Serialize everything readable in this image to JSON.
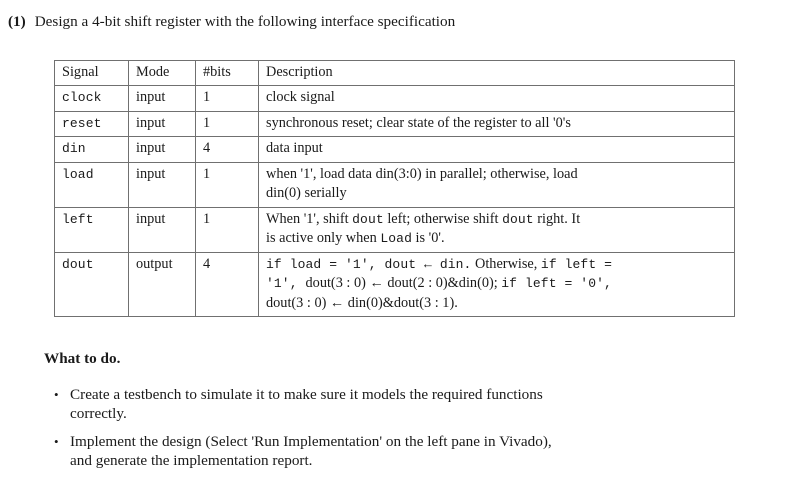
{
  "problem": {
    "number": "(1)",
    "statement": "Design a 4-bit shift register with the following interface specification"
  },
  "table": {
    "headers": {
      "signal": "Signal",
      "mode": "Mode",
      "bits": "#bits",
      "description": "Description"
    },
    "rows": [
      {
        "signal": "clock",
        "mode": "input",
        "bits": "1",
        "description_lines": [
          [
            {
              "t": "clock signal",
              "f": "serif"
            }
          ]
        ]
      },
      {
        "signal": "reset",
        "mode": "input",
        "bits": "1",
        "description_lines": [
          [
            {
              "t": "synchronous reset; clear state of the register to all '0's",
              "f": "serif"
            }
          ]
        ]
      },
      {
        "signal": "din",
        "mode": "input",
        "bits": "4",
        "description_lines": [
          [
            {
              "t": "data input",
              "f": "serif"
            }
          ]
        ]
      },
      {
        "signal": "load",
        "mode": "input",
        "bits": "1",
        "description_lines": [
          [
            {
              "t": "when '1', load data din(3:0) in parallel; otherwise, load",
              "f": "serif"
            }
          ],
          [
            {
              "t": "din(0) serially",
              "f": "serif"
            }
          ]
        ]
      },
      {
        "signal": "left",
        "mode": "input",
        "bits": "1",
        "description_lines": [
          [
            {
              "t": "When '1', shift ",
              "f": "serif"
            },
            {
              "t": "dout",
              "f": "mono"
            },
            {
              "t": " left; otherwise shift ",
              "f": "serif"
            },
            {
              "t": "dout",
              "f": "mono"
            },
            {
              "t": " right.  It",
              "f": "serif"
            }
          ],
          [
            {
              "t": "is active only when ",
              "f": "serif"
            },
            {
              "t": "Load",
              "f": "mono"
            },
            {
              "t": " is '0'.",
              "f": "serif"
            }
          ]
        ]
      },
      {
        "signal": "dout",
        "mode": "output",
        "bits": "4",
        "description_lines": [
          [
            {
              "t": "if load = '1', dout ← din.",
              "f": "mono"
            },
            {
              "t": "  Otherwise, ",
              "f": "serif"
            },
            {
              "t": "if left =",
              "f": "mono"
            }
          ],
          [
            {
              "t": "'1', ",
              "f": "mono"
            },
            {
              "t": "dout(3 : 0) ← dout(2 : 0)&din(0); ",
              "f": "serif"
            },
            {
              "t": "if left = '0',",
              "f": "mono"
            }
          ],
          [
            {
              "t": "dout(3 : 0) ← din(0)&dout(3 : 1).",
              "f": "serif"
            }
          ]
        ]
      }
    ]
  },
  "what_to_do": {
    "title": "What to do.",
    "bullet_glyph": "•",
    "items": [
      {
        "lines": [
          "Create a testbench to simulate it to make sure it models the required functions",
          "correctly."
        ]
      },
      {
        "lines": [
          "Implement the design (Select 'Run Implementation' on the left pane in Vivado),",
          "and generate the implementation report."
        ]
      }
    ]
  }
}
